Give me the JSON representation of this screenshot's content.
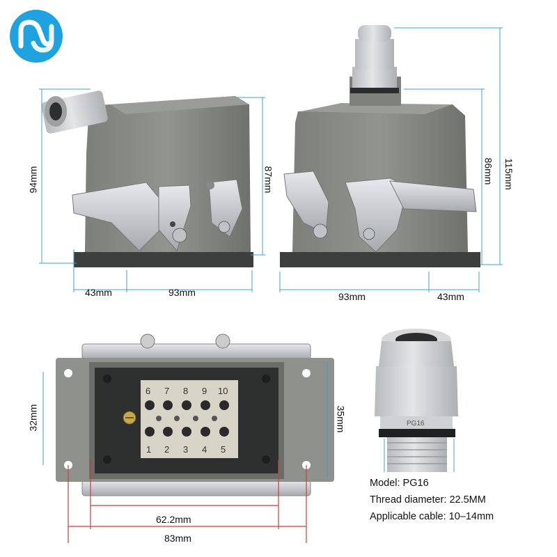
{
  "brand": {
    "logo_icon": "n-swirl-logo-icon",
    "accent": "#1fa3e0"
  },
  "views": {
    "left_connector": {
      "height_total": "94mm",
      "height_body": "87mm",
      "offset": "43mm",
      "width": "93mm"
    },
    "right_connector": {
      "height_body": "86mm",
      "height_total": "115mm",
      "width": "93mm",
      "offset": "43mm"
    },
    "base_view": {
      "height_inner": "32mm",
      "height_outer": "35mm",
      "width_inner": "62.2mm",
      "width_outer": "83mm",
      "pins_top": [
        "6",
        "7",
        "8",
        "9",
        "10"
      ],
      "pins_bottom": [
        "1",
        "2",
        "3",
        "4",
        "5"
      ]
    },
    "gland": {
      "marking": "PG16",
      "model": "Model: PG16",
      "thread": "Thread diameter: 22.5MM",
      "cable": "Applicable cable: 10–14mm"
    }
  },
  "colors": {
    "housing": "#8a8c88",
    "housing_dark": "#6d6f6b",
    "steel": "#c8cbd0",
    "gland": "#d4d6d8",
    "dim_line": "#39a0d8",
    "dim_red": "#d23a3a"
  }
}
